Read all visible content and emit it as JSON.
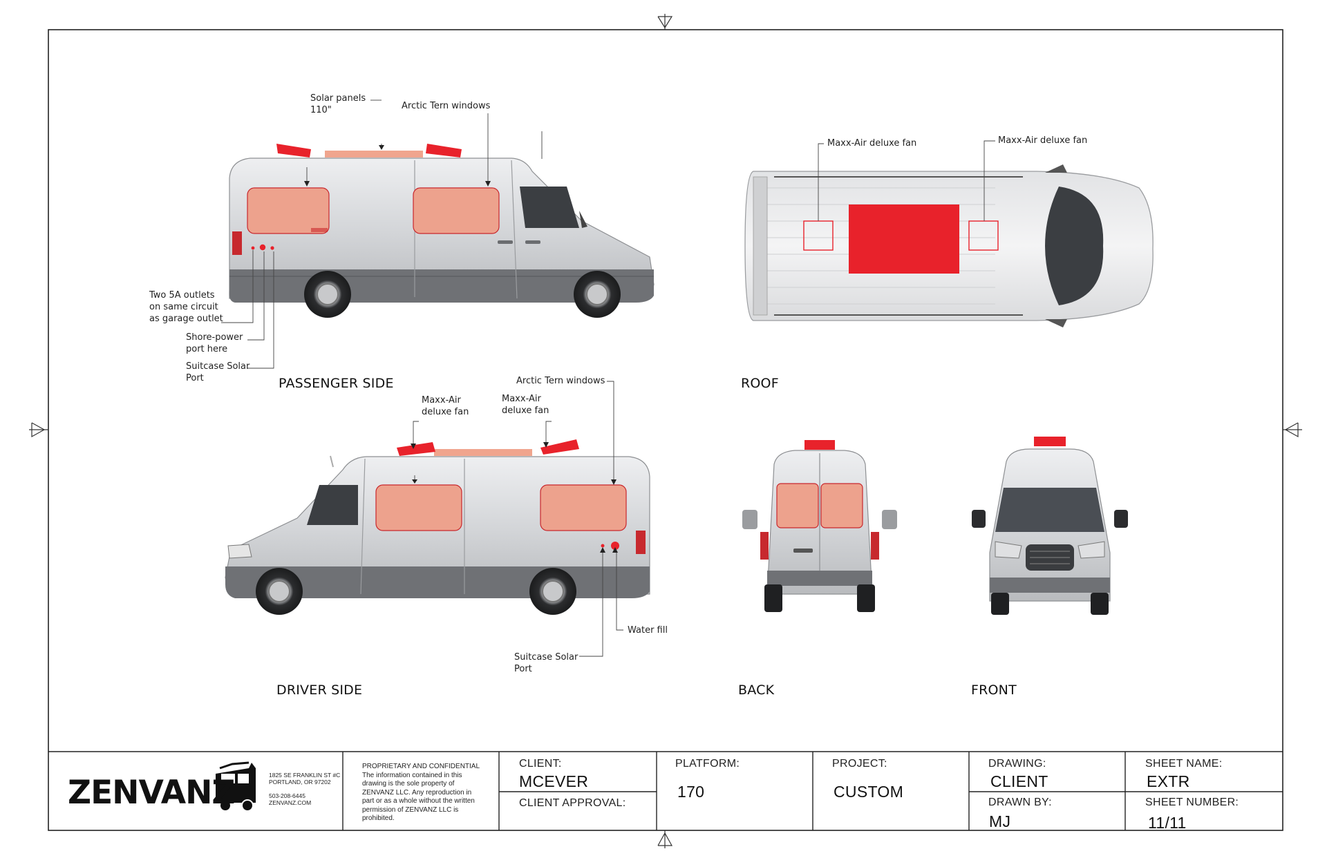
{
  "views": {
    "passenger_side": "PASSENGER SIDE",
    "roof": "ROOF",
    "driver_side": "DRIVER SIDE",
    "back": "BACK",
    "front": "FRONT"
  },
  "callouts": {
    "solar_panels": "Solar panels\n110\"",
    "arctic_tern_top": "Arctic Tern windows",
    "outlets": "Two 5A outlets\non same circuit\nas garage outlet",
    "shore_power": "Shore-power\nport here",
    "suitcase_solar_passenger": "Suitcase Solar\nPort",
    "maxx_air_roof_left": "Maxx-Air deluxe fan",
    "maxx_air_roof_right": "Maxx-Air deluxe fan",
    "maxx_air_driver_left": "Maxx-Air\ndeluxe fan",
    "maxx_air_driver_right": "Maxx-Air\ndeluxe fan",
    "arctic_tern_driver": "Arctic Tern windows",
    "water_fill": "Water fill",
    "suitcase_solar_driver": "Suitcase Solar\nPort"
  },
  "title_block": {
    "logo": "ZENVANZ",
    "address": "1825 SE FRANKLIN ST #C\nPORTLAND, OR 97202\n\n503-208-6445\nZENVANZ.COM",
    "proprietary": "PROPRIETARY AND CONFIDENTIAL\nThe information contained in this\ndrawing is the sole property of\nZENVANZ LLC. Any reproduction in\npart or as a whole without the written\npermission of ZENVANZ LLC is\nprohibited.",
    "client_label": "CLIENT:",
    "client_value": "MCEVER",
    "client_approval_label": "CLIENT APPROVAL:",
    "platform_label": "PLATFORM:",
    "platform_value": "170",
    "project_label": "PROJECT:",
    "project_value": "CUSTOM",
    "drawing_label": "DRAWING:",
    "drawing_value": "CLIENT",
    "drawn_by_label": "DRAWN BY:",
    "drawn_by_value": "MJ",
    "sheet_name_label": "SHEET NAME:",
    "sheet_name_value": "EXTR",
    "sheet_number_label": "SHEET NUMBER:",
    "sheet_number_value": "11/11"
  },
  "colors": {
    "fan_red": "#e8222b",
    "window_fill": "#eda28d",
    "solar_fill": "#f0a58e",
    "van_body": "#d7d8da",
    "van_lower": "#6f7175",
    "glass": "#3b3e42"
  }
}
